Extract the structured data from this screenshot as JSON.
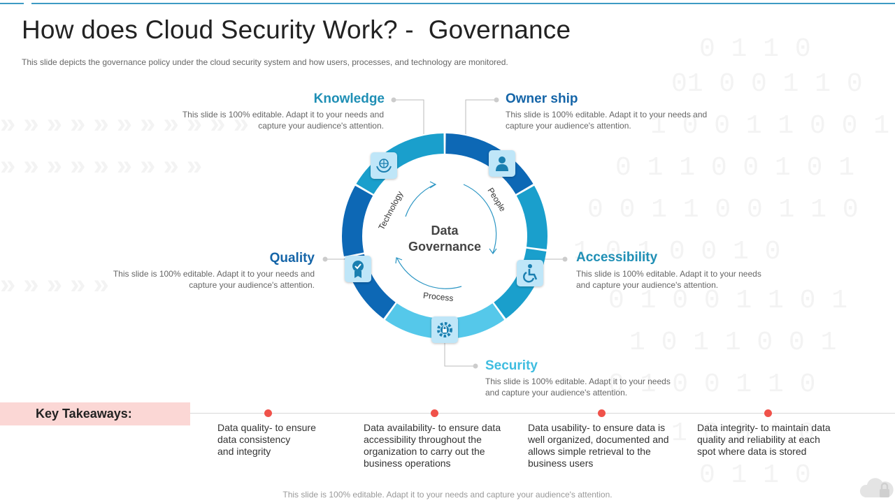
{
  "title": "How does Cloud Security Work? -  Governance",
  "subtitle": "This slide depicts the governance  policy under the cloud security system and how users, processes, and technology are monitored.",
  "center": {
    "line1": "Data",
    "line2": "Governance"
  },
  "ring_labels": {
    "technology": "Technology",
    "people": "People",
    "process": "Process"
  },
  "items": {
    "knowledge": {
      "title": "Knowledge",
      "desc1": "This slide is 100% editable. Adapt it to your needs and",
      "desc2": "capture your audience's attention.",
      "icon": "globe-hands-icon"
    },
    "ownership": {
      "title": "Owner ship",
      "desc1": "This slide is 100% editable. Adapt it to your needs and",
      "desc2": "capture your audience's attention.",
      "icon": "person-icon"
    },
    "quality": {
      "title": "Quality",
      "desc1": "This slide is 100% editable. Adapt it to your needs and",
      "desc2": "capture your audience's attention.",
      "icon": "badge-check-icon"
    },
    "accessibility": {
      "title": "Accessibility",
      "desc1": "This slide is 100% editable. Adapt it to your needs",
      "desc2": "and capture your audience's attention.",
      "icon": "wheelchair-icon"
    },
    "security": {
      "title": "Security",
      "desc1": "This slide is 100% editable. Adapt it to your needs",
      "desc2": "and capture your audience's attention.",
      "icon": "gear-lock-icon"
    }
  },
  "takeaways": {
    "label": "Key Takeaways:",
    "items": [
      {
        "l1": "Data quality- to ensure",
        "l2": "data consistency",
        "l3": "and integrity",
        "l4": ""
      },
      {
        "l1": "Data availability- to ensure data",
        "l2": "accessibility throughout the",
        "l3": "organization to carry out the",
        "l4": "business operations"
      },
      {
        "l1": "Data usability- to ensure data is",
        "l2": "well organized, documented and",
        "l3": "allows simple retrieval to the",
        "l4": "business users"
      },
      {
        "l1": "Data integrity- to maintain data",
        "l2": "quality and reliability at each",
        "l3": "spot where data is stored",
        "l4": ""
      }
    ]
  },
  "footer": "This slide is 100% editable. Adapt it to your needs and capture your audience's attention.",
  "colors": {
    "heading_teal": "#1f8fb5",
    "heading_blue": "#1565a8",
    "heading_light": "#3fbde0",
    "seg_dark": "#0d68b5",
    "seg_mid": "#1a9fcc",
    "seg_light": "#55c8ea",
    "accent_red": "#f0524a"
  }
}
